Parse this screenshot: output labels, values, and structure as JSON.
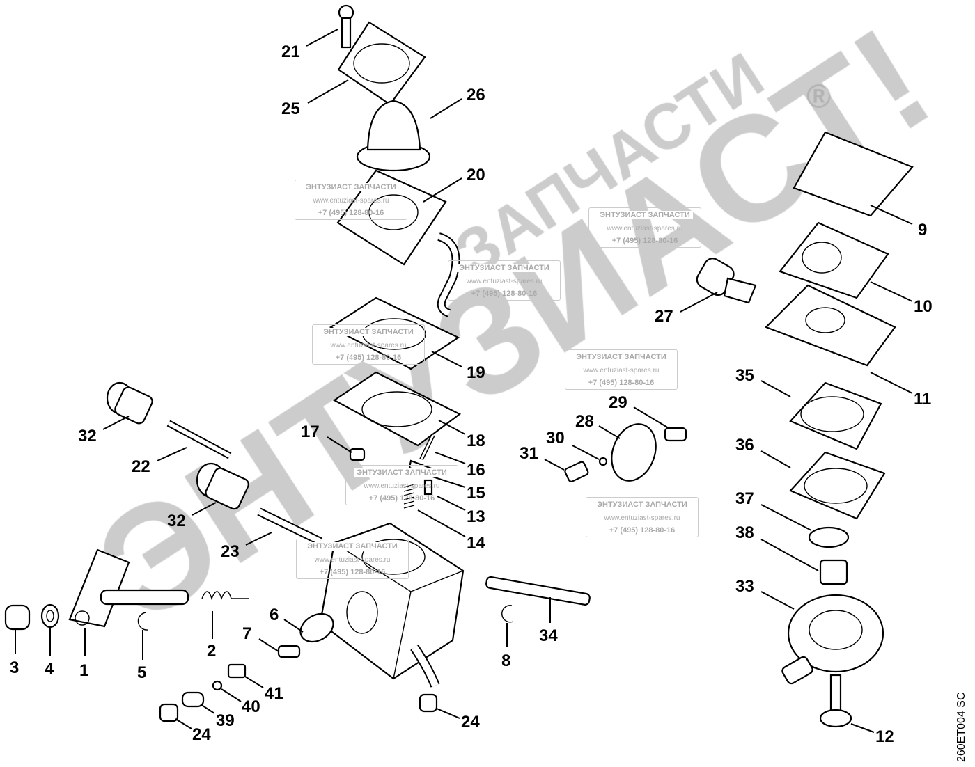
{
  "watermark": {
    "brand_big": "ЭНТУЗИАСТ!",
    "brand_sub": "ЗАПЧАСТИ",
    "registered": "®",
    "box_title": "ЭНТУЗИАСТ ЗАПЧАСТИ",
    "box_url": "www.entuziast-spares.ru",
    "box_phone": "+7 (495) 128-80-16"
  },
  "drawing_code": "260ET004 SC",
  "callouts": [
    "21",
    "25",
    "26",
    "20",
    "9",
    "10",
    "27",
    "11",
    "35",
    "19",
    "32",
    "22",
    "17",
    "18",
    "16",
    "15",
    "13",
    "14",
    "28",
    "29",
    "30",
    "31",
    "36",
    "37",
    "38",
    "33",
    "32",
    "23",
    "34",
    "3",
    "4",
    "1",
    "5",
    "2",
    "6",
    "7",
    "8",
    "41",
    "40",
    "39",
    "24",
    "24",
    "12"
  ]
}
